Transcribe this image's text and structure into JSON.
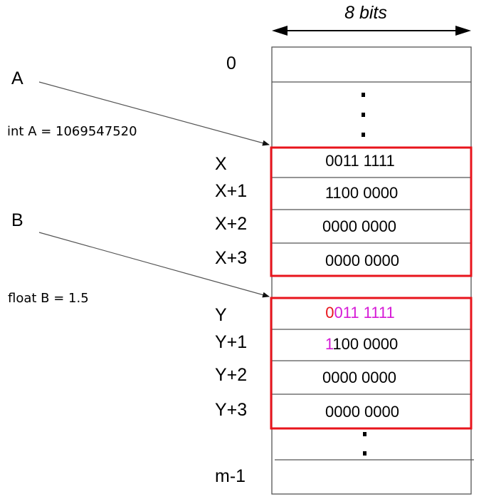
{
  "header": {
    "width_label": "8 bits"
  },
  "variables": {
    "a": {
      "name": "A",
      "declaration": "int A = 1069547520"
    },
    "b": {
      "name": "B",
      "declaration": "float B = 1.5"
    }
  },
  "address_labels": {
    "zero": "0",
    "x": "X",
    "x1": "X+1",
    "x2": "X+2",
    "x3": "X+3",
    "y": "Y",
    "y1": "Y+1",
    "y2": "Y+2",
    "y3": "Y+3",
    "last": "m-1"
  },
  "memory_cells": {
    "x0": "0011 1111",
    "x1": "1100 0000",
    "x2": "0000 0000",
    "x3": "0000 0000",
    "y0": {
      "sign": "0",
      "exponent_part": "011 1111"
    },
    "y1": {
      "exponent_bit": "1",
      "rest": "100 0000"
    },
    "y2": "0000 0000",
    "y3": "0000 0000"
  },
  "colors": {
    "highlight_box": "#e8141c",
    "sign_bit": "#e8141c",
    "exponent_bits": "#d61ad6",
    "text": "#000000",
    "grid": "#555555",
    "pointer": "#555555"
  }
}
